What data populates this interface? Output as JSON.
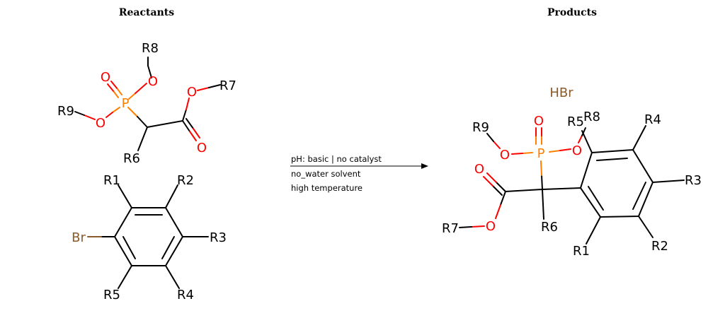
{
  "headers": {
    "reactants": "Reactants",
    "products": "Products"
  },
  "conditions": {
    "line1": "pH: basic | no catalyst",
    "line2": "no_water solvent",
    "line3": "high temperature"
  },
  "colors": {
    "carbon": "#000000",
    "oxygen": "#ff0000",
    "phosphorus": "#ff8000",
    "bromine": "#8b5a2b"
  },
  "reactant_phosphonate": {
    "r8": "R8",
    "o_r8": "O",
    "o_double": "O",
    "p": "P",
    "o_r9": "O",
    "r9": "R9",
    "o_ester": "O",
    "r7": "R7",
    "o_carbonyl": "O",
    "r6": "R6"
  },
  "reactant_aryl_bromide": {
    "r1": "R1",
    "r2": "R2",
    "br": "Br",
    "r3": "R3",
    "r5": "R5",
    "r4": "R4"
  },
  "product_byproduct": {
    "hbr": "HBr"
  },
  "product_main": {
    "r9": "R9",
    "o_r9": "O",
    "o_double": "O",
    "p": "P",
    "r5": "R5",
    "r8": "R8",
    "o_r8": "O",
    "r4": "R4",
    "r3": "R3",
    "o_carbonyl": "O",
    "o_ester": "O",
    "r7": "R7",
    "r6": "R6",
    "r1": "R1",
    "r2": "R2"
  }
}
